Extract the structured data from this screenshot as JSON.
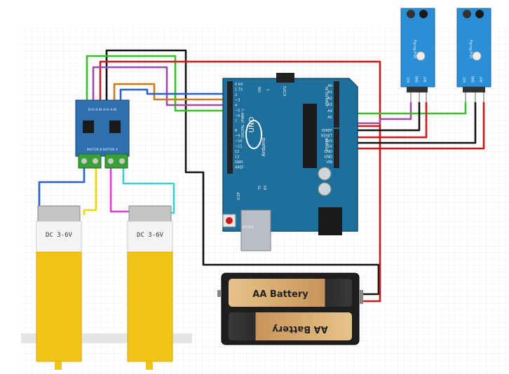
{
  "arduino": {
    "model": "UNO",
    "brand": "Arduino",
    "icsp_label": "ICSP2",
    "icsp_label_2": "ICSP",
    "reset_label": "RESET",
    "power_label": "POWER",
    "analog_label": "ANALOG IN",
    "digital_label": "DIGITAL (PWM~)",
    "tx_label": "TX",
    "rx_label": "RX",
    "l_label": "L",
    "on_label": "ON",
    "aref_label": "AREF",
    "gnd_label": "GND",
    "top_pins": [
      "0 RX",
      "1 TX",
      "2",
      "~3",
      "4",
      "~5",
      "~6",
      "7"
    ],
    "bottom_pins": [
      "8",
      "~9",
      "~10",
      "~11",
      "12",
      "13",
      "GND",
      "AREF"
    ],
    "analog_pins": [
      "A0",
      "A1",
      "A2",
      "A3",
      "A4",
      "A5"
    ],
    "power_pins": [
      "IOREF",
      "RESET",
      "3V3",
      "5V",
      "GND",
      "GND",
      "VIN"
    ]
  },
  "motor_driver": {
    "top_label": "B-IA B-IB A-IA A-IB",
    "screw_label": "MOTOR B MOTOR A"
  },
  "motors": [
    {
      "label": "DC 3-6V"
    },
    {
      "label": "DC 3-6V"
    }
  ],
  "sensors": [
    {
      "label": "Flying-Fish",
      "pins": [
        "VCC",
        "GND",
        "OUT"
      ]
    },
    {
      "label": "Flying-Fish",
      "pins": [
        "VCC",
        "GND",
        "OUT"
      ]
    }
  ],
  "battery": {
    "top_label": "AA Battery",
    "bottom_label": "AA Battery"
  },
  "colors": {
    "board": "#1f6f9c",
    "driver": "#2e6fb0",
    "sensor": "#2a8fd4",
    "motor": "#f2c418",
    "wire_red": "#d01818",
    "wire_black": "#111111",
    "wire_green": "#3bbf2a",
    "wire_blue": "#2a5fd0",
    "wire_purple": "#a04aa8",
    "wire_orange": "#d07a1e",
    "wire_yellow": "#e8d80e",
    "wire_magenta": "#e03ad8",
    "wire_cyan": "#3ad0d0"
  }
}
